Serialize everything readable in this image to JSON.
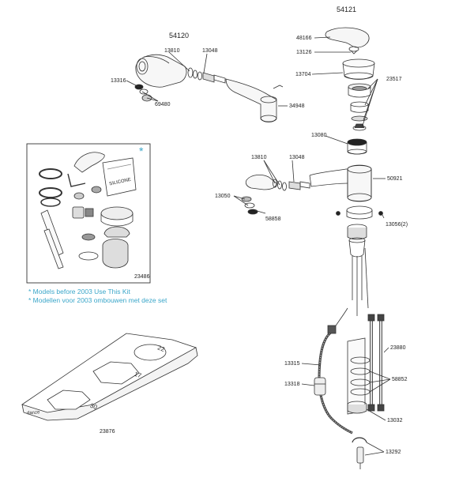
{
  "assemblies": {
    "top_right": "54121",
    "top_left": "54120"
  },
  "parts": {
    "p48166": "48166",
    "p13126": "13126",
    "p13704": "13704",
    "p23517": "23517",
    "p13810a": "13810",
    "p13048a": "13048",
    "p13316": "13316",
    "p69480": "69480",
    "p34948": "34948",
    "p13080": "13080",
    "p13810b": "13810",
    "p13048b": "13048",
    "p50921": "50921",
    "p13050": "13050",
    "p58858": "58858",
    "p13056": "13056(2)",
    "p23880": "23880",
    "p13315": "13315",
    "p58852": "58852",
    "p13318": "13318",
    "p13032": "13032",
    "p13292": "13292",
    "p23486": "23486",
    "p23876": "23876"
  },
  "kit": {
    "star": "*",
    "note_en": "* Models before 2003 Use This Kit",
    "note_nl": "* Modellen voor 2003 ombouwen met deze set",
    "bag_label": "SILICONE"
  },
  "tool": {
    "size_large": "22",
    "size_mid": "17",
    "size_small": "30",
    "brand": "danze"
  }
}
